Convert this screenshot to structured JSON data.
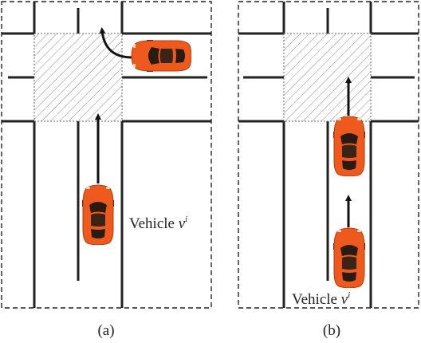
{
  "figure": {
    "panel_a": {
      "caption": "(a)",
      "vehicle_label": "Vehicle ",
      "vehicle_symbol": "v",
      "vehicle_superscript": "i"
    },
    "panel_b": {
      "caption": "(b)",
      "vehicle_label": "Vehicle ",
      "vehicle_symbol": "v",
      "vehicle_superscript": "i"
    }
  },
  "colors": {
    "car_body": "#ee5a1e",
    "car_window": "#2a1a10",
    "road_line": "#222222",
    "hatch": "#888888"
  },
  "icons": [
    "car-icon",
    "arrow-icon"
  ]
}
